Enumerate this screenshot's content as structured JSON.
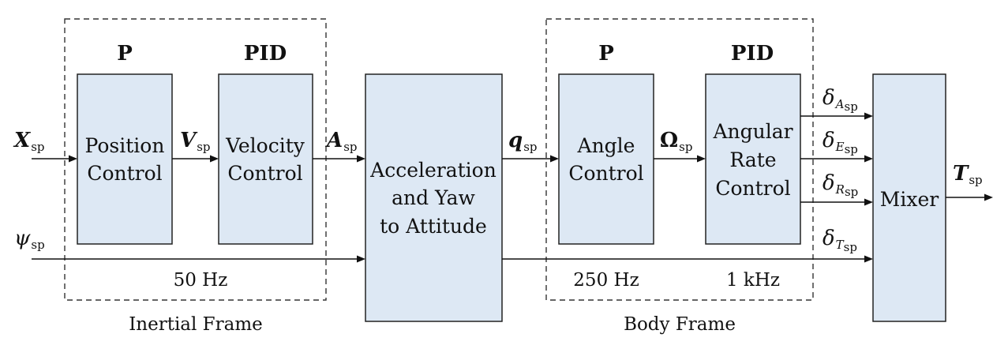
{
  "frames": {
    "inertial_label": "Inertial Frame",
    "body_label": "Body Frame"
  },
  "controllers": {
    "inertial_p": "P",
    "inertial_pid": "PID",
    "body_p": "P",
    "body_pid": "PID"
  },
  "rates": {
    "inertial": "50 Hz",
    "angle": "250 Hz",
    "rate": "1 kHz"
  },
  "blocks": {
    "position_control": [
      "Position",
      "Control"
    ],
    "velocity_control": [
      "Velocity",
      "Control"
    ],
    "acc_yaw_to_attitude": [
      "Acceleration",
      "and Yaw",
      "to Attitude"
    ],
    "angle_control": [
      "Angle",
      "Control"
    ],
    "angular_rate_control": [
      "Angular",
      "Rate",
      "Control"
    ],
    "mixer": [
      "Mixer"
    ]
  },
  "signals": {
    "x_sp": {
      "sym": "X",
      "sub": "sp"
    },
    "v_sp": {
      "sym": "V",
      "sub": "sp"
    },
    "a_sp": {
      "sym": "A",
      "sub": "sp"
    },
    "psi_sp": {
      "sym": "ψ",
      "sub": "sp"
    },
    "q_sp": {
      "sym": "q",
      "sub": "sp"
    },
    "omega_sp": {
      "sym": "Ω",
      "sub": "sp"
    },
    "t_sp": {
      "sym": "T",
      "sub": "sp"
    },
    "delta_a": {
      "sym": "δ",
      "sub": "A",
      "subsub": "sp"
    },
    "delta_e": {
      "sym": "δ",
      "sub": "E",
      "subsub": "sp"
    },
    "delta_r": {
      "sym": "δ",
      "sub": "R",
      "subsub": "sp"
    },
    "delta_t": {
      "sym": "δ",
      "sub": "T",
      "subsub": "sp"
    }
  }
}
